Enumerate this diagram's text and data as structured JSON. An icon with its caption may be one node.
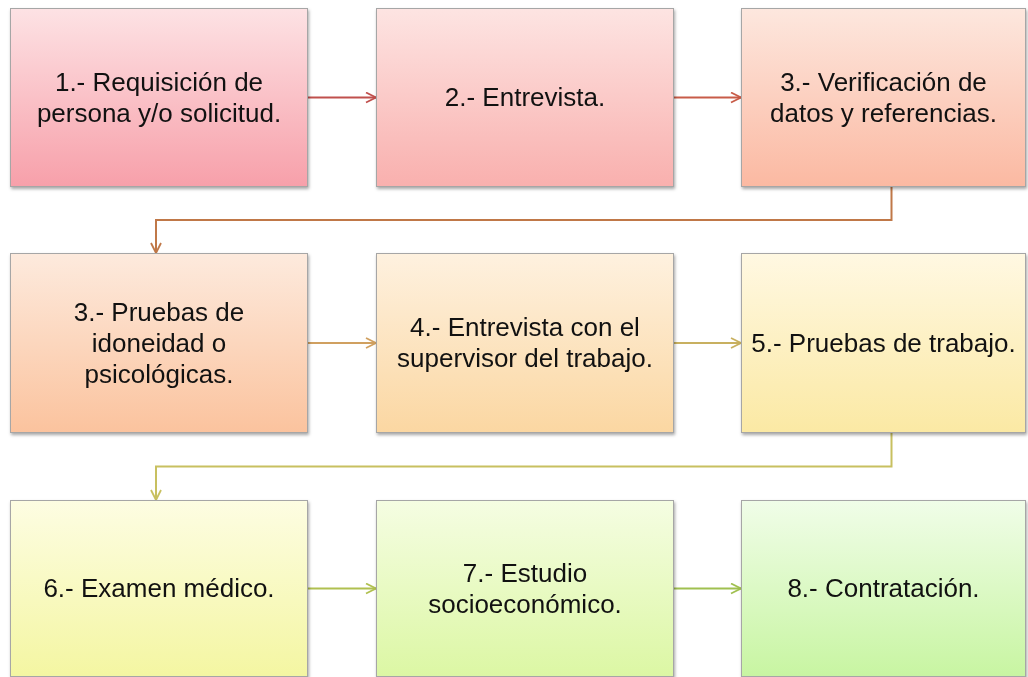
{
  "diagram": {
    "nodes": [
      {
        "text": [
          "1.- Requisición de persona y/o solicitud."
        ]
      },
      {
        "text": [
          "2.- Entrevista."
        ]
      },
      {
        "text": [
          "3.- Verificación de datos y referencias."
        ]
      },
      {
        "text": [
          "3.- Pruebas de idoneidad o psicológicas."
        ]
      },
      {
        "text": [
          "4.- Entrevista con el supervisor del trabajo."
        ]
      },
      {
        "text": [
          "5.- Pruebas de trabajo."
        ]
      },
      {
        "text": [
          "6.- Examen médico."
        ]
      },
      {
        "text": [
          "7.- Estudio socioeconómico."
        ]
      },
      {
        "text": [
          "8.- Contratación."
        ]
      }
    ],
    "edges": [
      {
        "from": 0,
        "to": 1,
        "arrow": "to",
        "color": "#c0504d"
      },
      {
        "from": 1,
        "to": 2,
        "arrow": "to",
        "color": "#c85c48"
      },
      {
        "from": 2,
        "to": 3,
        "arrow": "to",
        "color": "#c07848"
      },
      {
        "from": 3,
        "to": 4,
        "arrow": "to",
        "color": "#d0a060"
      },
      {
        "from": 4,
        "to": 5,
        "arrow": "to",
        "color": "#c8b060"
      },
      {
        "from": 5,
        "to": 6,
        "arrow": "to",
        "color": "#c8c060"
      },
      {
        "from": 6,
        "to": 7,
        "arrow": "to",
        "color": "#b0c050"
      },
      {
        "from": 7,
        "to": 8,
        "arrow": "to",
        "color": "#a0c050"
      }
    ]
  }
}
